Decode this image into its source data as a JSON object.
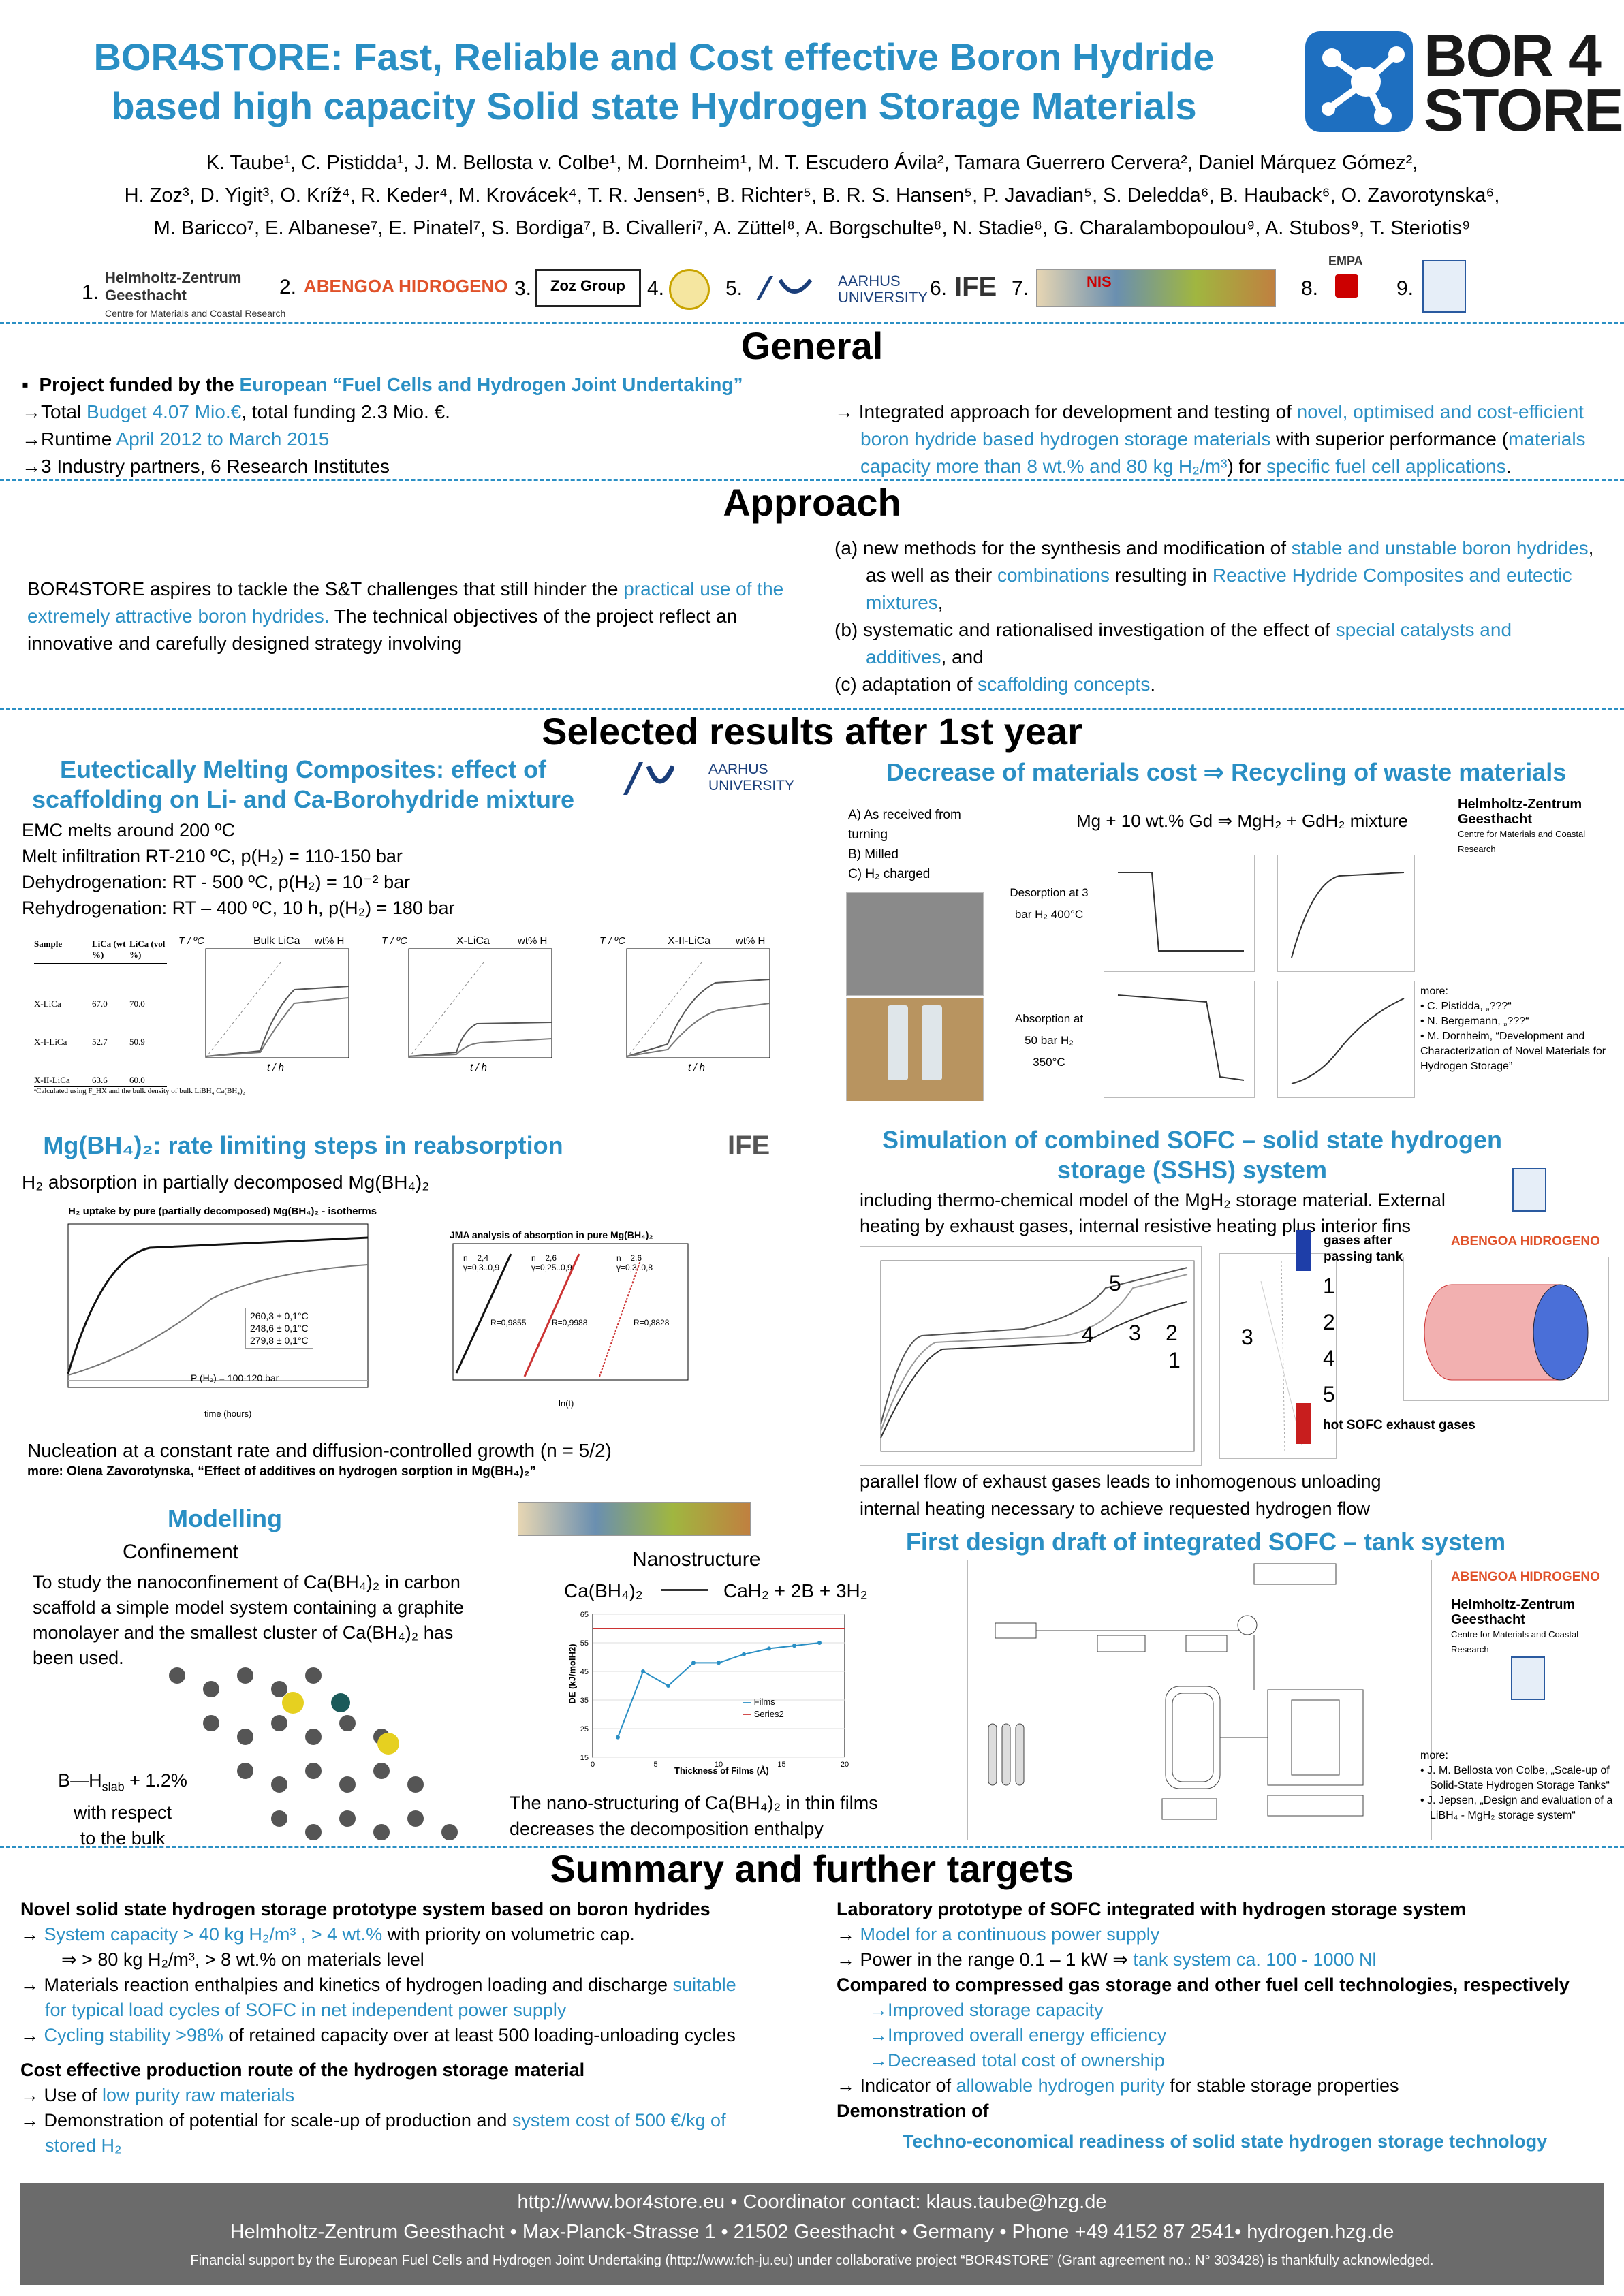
{
  "header": {
    "title1": "BOR4STORE: Fast, Reliable and Cost effective Boron Hydride",
    "title2": "based high capacity Solid state Hydrogen Storage Materials",
    "logo_top": "BOR 4",
    "logo_bottom": "STORE",
    "authors1": "K. Taube¹, C. Pistidda¹, J. M. Bellosta v. Colbe¹, M. Dornheim¹, M. T. Escudero Ávila², Tamara Guerrero Cervera², Daniel Márquez Gómez²,",
    "authors2": "H. Zoz³, D. Yigit³, O. Kríž⁴, R. Keder⁴, M. Krovácek⁴, T. R. Jensen⁵, B. Richter⁵, B. R. S. Hansen⁵, P. Javadian⁵, S. Deledda⁶, B. Hauback⁶, O. Zavorotynska⁶,",
    "authors3": "M. Baricco⁷, E. Albanese⁷, E. Pinatel⁷, S. Bordiga⁷, B. Civalleri⁷, A. Züttel⁸, A. Borgschulte⁸, N. Stadie⁸, G. Charalambopoulou⁹, A. Stubos⁹, T. Steriotis⁹"
  },
  "affiliations": [
    {
      "num": "1.",
      "name": "Helmholtz-Zentrum Geesthacht",
      "sub": "Centre for Materials and Coastal Research"
    },
    {
      "num": "2.",
      "name": "ABENGOA HIDROGENO"
    },
    {
      "num": "3.",
      "name": "Zoz Group"
    },
    {
      "num": "4.",
      "name": ""
    },
    {
      "num": "5.",
      "name": "AARHUS UNIVERSITY"
    },
    {
      "num": "6.",
      "name": "IFE"
    },
    {
      "num": "7.",
      "name": "NIS"
    },
    {
      "num": "8.",
      "name": "EMPA"
    },
    {
      "num": "9.",
      "name": ""
    }
  ],
  "general": {
    "heading": "General",
    "funded_lead": "Project funded by the ",
    "funded_link": "European “Fuel Cells and Hydrogen Joint Undertaking”",
    "budget_lead": "→Total ",
    "budget_value": "Budget 4.07 Mio.€",
    "budget_tail": ", total funding 2.3 Mio. €.",
    "runtime_lead": "→Runtime ",
    "runtime_value": "April 2012 to March 2015",
    "partners": "→3 Industry partners, 6 Research Institutes",
    "right1": "→ Integrated approach for development and testing of ",
    "right1b": "novel, optimised and cost-efficient",
    "right2": "boron hydride based hydrogen storage materials",
    "right2b": " with superior performance (",
    "right2c": "materials",
    "right3": "capacity more than 8 wt.% and 80 kg H₂/m³",
    "right3b": ") for ",
    "right3c": "specific fuel cell applications",
    "right3d": "."
  },
  "approach": {
    "heading": "Approach",
    "left1": "BOR4STORE aspires to tackle the S&T challenges that still hinder the ",
    "left1b": "practical use of the",
    "left2": "extremely attractive boron hydrides.",
    "left2b": " The technical objectives of the project reflect an",
    "left3": "innovative and carefully designed strategy involving",
    "a1": "(a) new methods for the synthesis and modification of ",
    "a1b": "stable and unstable boron hydrides",
    "a1c": ",",
    "a2": "as well as their ",
    "a2b": "combinations",
    "a2c": " resulting in ",
    "a2d": "Reactive Hydride Composites and eutectic",
    "a3": "mixtures",
    "a3b": ",",
    "b1": "(b) systematic and rationalised investigation of the effect of ",
    "b1b": "special catalysts and",
    "b2": "additives",
    "b2b": ", and",
    "c1": "(c) adaptation of ",
    "c1b": "scaffolding concepts",
    "c1c": "."
  },
  "results": {
    "heading": "Selected results after 1st year",
    "emc_title1": "Eutectically Melting Composites: effect of",
    "emc_title2": "scaffolding on Li- and Ca-Borohydride mixture",
    "emc_lines": [
      "EMC melts around 200 ºC",
      "Melt infiltration RT-210 ºC, p(H₂) = 110-150 bar",
      "Dehydrogenation: RT - 500 ºC, p(H₂) = 10⁻² bar",
      "Rehydrogenation: RT – 400 ºC, 10 h, p(H₂) = 180 bar"
    ],
    "emc_table_head": [
      "Sample",
      "LiCa (wt %)",
      "LiCa (vol %)"
    ],
    "emc_table_rows": [
      [
        "X-LiCa",
        "67.0",
        "70.0"
      ],
      [
        "X-I-LiCa",
        "52.7",
        "50.9"
      ],
      [
        "X-II-LiCa",
        "63.6",
        "60.0"
      ]
    ],
    "emc_table_note": "ᵃCalculated using F_HX and the bulk density of bulk LiBH₄ Ca(BH₄)₂",
    "emc_plots": [
      "Bulk LiCa",
      "X-LiCa",
      "X-II-LiCa"
    ],
    "emc_axis": "t / h",
    "emc_yaxis": "T / ºC",
    "emc_y2": "wt% H",
    "cost_title": "Decrease of materials cost ⇒ Recycling of waste materials",
    "cost_legend": [
      "A)  As received from turning",
      "B)  Milled",
      "C)  H₂ charged"
    ],
    "cost_reaction": "Mg + 10 wt.% Gd ⇒ MgH₂ + GdH₂ mixture",
    "cost_desorption": "Desorption at 3 bar H₂ 400°C",
    "cost_absorption": "Absorption at 50 bar H₂ 350°C",
    "cost_more": "more:",
    "cost_refs": [
      "C. Pistidda, „???“",
      "N. Bergemann, „???“",
      "M. Dornheim, “Development and Characterization of Novel Materials for Hydrogen Storage”"
    ],
    "mg_title": "Mg(BH₄)₂: rate limiting steps in reabsorption",
    "mg_sub": "H₂  absorption in partially decomposed Mg(BH₄)₂",
    "mg_plot1": "H₂ uptake by pure (partially decomposed) Mg(BH₄)₂ - isotherms",
    "mg_plot1_legend": [
      "260,3 ± 0,1°C",
      "248,6 ± 0,1°C",
      "279,8 ± 0,1°C"
    ],
    "mg_plot1_p": "P (H₂) = 100-120 bar",
    "mg_plot1_x": "time (hours)",
    "mg_plot2": "JMA analysis of absorption in pure Mg(BH₄)₂",
    "mg_plot2_x": "ln(t)",
    "mg_plot2_fits": [
      "n = 2,4 γ=0,3..0,9",
      "n = 2,6 γ=0,25..0,9",
      "n = 2,6 γ=0,3..0,8"
    ],
    "mg_plot2_r": [
      "R=0,9855",
      "R=0,9988",
      "R=0,8828"
    ],
    "mg_note": "Nucleation at a constant rate and diffusion-controlled growth (n = 5/2)",
    "mg_more": "more: Olena Zavorotynska, “Effect of additives on hydrogen sorption in Mg(BH₄)₂”",
    "sofc_title1": "Simulation of combined SOFC – solid state hydrogen",
    "sofc_title2": "storage (SSHS) system",
    "sofc_desc1": "including thermo-chemical model of the MgH₂ storage material. External",
    "sofc_desc2": "heating by exhaust gases, internal resistive heating plus interior fins",
    "sofc_gases_after": "gases after passing tank",
    "sofc_hot": "hot SOFC exhaust gases",
    "sofc_nums": [
      "1",
      "2",
      "3",
      "4",
      "5"
    ],
    "sofc_abengoa": "ABENGOA HIDROGENO",
    "sofc_note1": "parallel flow of exhaust gases leads to inhomogenous unloading",
    "sofc_note2": "internal heating necessary to achieve requested hydrogen flow",
    "model_title": "Modelling",
    "model_conf": "Confinement",
    "model_text": "To study the nanoconfinement of Ca(BH₄)₂ in carbon scaffold a simple model system containing a graphite monolayer and the smallest cluster of Ca(BH₄)₂ has been used.",
    "model_bh1": "B—H",
    "model_bh_sub": "slab",
    "model_bh2": "+ 1.2%",
    "model_bh3": "with respect",
    "model_bh4": "to the bulk",
    "nano_title": "Nanostructure",
    "nano_reaction_left": "Ca(BH₄)₂",
    "nano_reaction_right": "CaH₂ + 2B + 3H₂",
    "nano_y": "DE (kJ/molH2)",
    "nano_x": "Thickness of Films (Å)",
    "nano_legend": [
      "Films",
      "Series2"
    ],
    "nano_text1": "The nano-structuring of Ca(BH₄)₂ in thin films",
    "nano_text2": "decreases the decomposition enthalpy",
    "draft_title": "First design draft of integrated SOFC – tank system",
    "draft_more": "more:",
    "draft_refs": [
      "J. M. Bellosta von Colbe, „Scale-up of Solid-State Hydrogen Storage Tanks“",
      "J. Jepsen, „Design and evaluation of a LiBH₄ - MgH₂ storage system“"
    ]
  },
  "nano_chart": {
    "type": "line",
    "x": [
      2,
      4,
      6,
      8,
      10,
      12,
      14,
      16,
      18
    ],
    "values": [
      22,
      45,
      40,
      48,
      48,
      51,
      53,
      54,
      55
    ],
    "reference": 60,
    "xlim": [
      0,
      20
    ],
    "ylim": [
      15,
      65
    ],
    "yticks": [
      15,
      25,
      35,
      45,
      55,
      65
    ],
    "xticks": [
      0,
      5,
      10,
      15,
      20
    ]
  },
  "summary": {
    "heading": "Summary and further targets",
    "l_h1": "Novel solid state hydrogen storage prototype system based on boron hydrides",
    "l1a": "→ ",
    "l1b": "System capacity > 40 kg H₂/m³ , > 4 wt.%",
    "l1c": " with priority on volumetric cap.",
    "l2": "⇒ > 80 kg H₂/m³, > 8 wt.% on materials level",
    "l3a": "→ Materials reaction enthalpies and kinetics of hydrogen loading and discharge ",
    "l3b": "suitable",
    "l4": "for typical load cycles of SOFC in net independent power supply",
    "l5a": "→ ",
    "l5b": "Cycling stability >98%",
    "l5c": " of retained capacity over at least 500 loading-unloading cycles",
    "l_h2": "Cost effective production route of the hydrogen storage material",
    "l6a": "→ Use of ",
    "l6b": "low purity raw materials",
    "l7a": "→ Demonstration of potential for scale-up of production and ",
    "l7b": "system cost of 500 €/kg of",
    "l8": "stored H₂",
    "r_h1": "Laboratory prototype of SOFC integrated with hydrogen storage system",
    "r1a": "→ ",
    "r1b": "Model for a continuous power supply",
    "r2a": "→ Power in the range 0.1 – 1 kW ⇒ ",
    "r2b": "tank system ca. 100 - 1000 Nl",
    "r_h2": "Compared to compressed gas storage and other fuel cell technologies, respectively",
    "r3": "→Improved storage capacity",
    "r4": "→Improved overall energy efficiency",
    "r5": "→Decreased total cost of ownership",
    "r6a": "→ Indicator of ",
    "r6b": "allowable hydrogen purity",
    "r6c": " for stable storage properties",
    "r_h3": "Demonstration of",
    "r7": "Techno-economical readiness of solid state hydrogen storage technology"
  },
  "footer": {
    "line1": "http://www.bor4store.eu • Coordinator contact: klaus.taube@hzg.de",
    "line2": "Helmholtz-Zentrum Geesthacht • Max-Planck-Strasse 1 • 21502 Geesthacht • Germany • Phone +49 4152 87 2541• hydrogen.hzg.de",
    "line3": "Financial support by the European Fuel Cells and Hydrogen Joint Undertaking (http://www.fch-ju.eu) under collaborative project “BOR4STORE” (Grant agreement no.: N° 303428) is thankfully acknowledged."
  },
  "colors": {
    "accent": "#2a8fc4",
    "rule": "#2a8fc4",
    "footer": "#6b6b6b",
    "logo_blue": "#1e6fc0"
  }
}
